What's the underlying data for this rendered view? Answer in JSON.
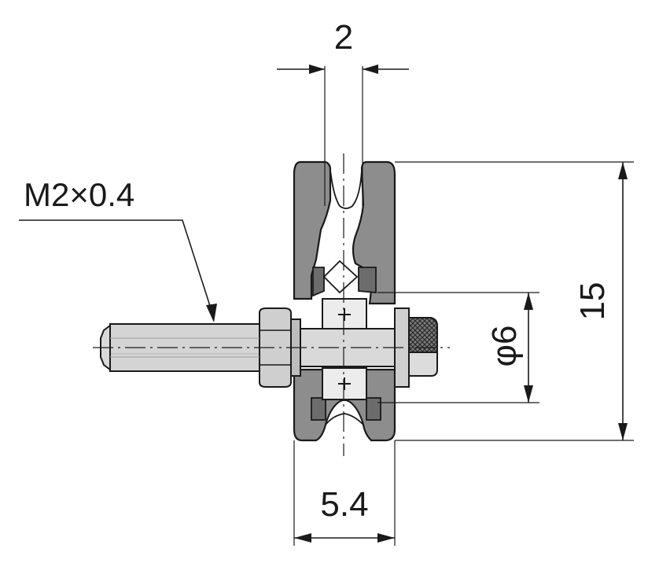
{
  "drawing": {
    "dimensions": {
      "groove_width": "2",
      "outer_diameter": "15",
      "bore_diameter": "φ6",
      "wheel_width": "5.4",
      "thread_spec": "M2×0.4"
    },
    "colors": {
      "wheel_fill": "#8d8d8d",
      "wheel_dark": "#6c6c6c",
      "shaft_fill": "#d9d9d9",
      "bearing_fill": "#ececec",
      "line": "#1a1a1a"
    }
  }
}
